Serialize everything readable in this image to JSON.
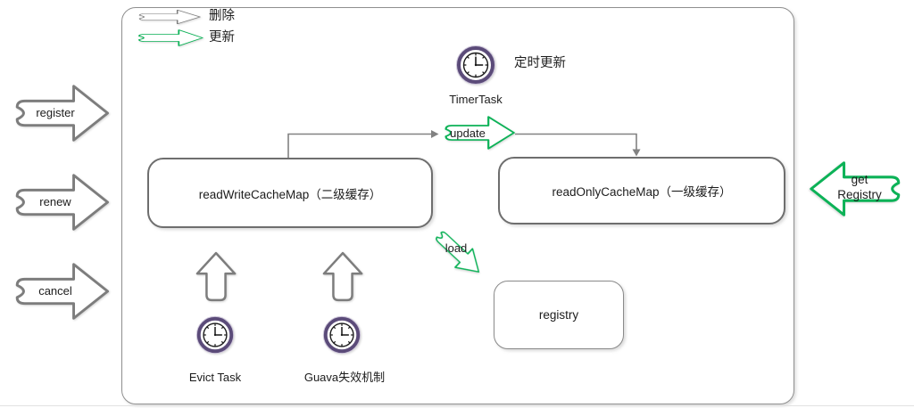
{
  "legend": {
    "delete_label": "删除",
    "update_label": "更新"
  },
  "left_arrows": [
    {
      "label": "register"
    },
    {
      "label": "renew"
    },
    {
      "label": "cancel"
    }
  ],
  "get_registry": {
    "line1": "get",
    "line2": "Registry"
  },
  "timer_task": {
    "caption": "TimerTask",
    "note": "定时更新"
  },
  "nodes": {
    "read_write_cache": "readWriteCacheMap（二级缓存）",
    "read_only_cache": "readOnlyCacheMap（一级缓存）",
    "registry": "registry"
  },
  "flow_labels": {
    "update": "update",
    "load": "load"
  },
  "bottom_tasks": [
    {
      "label": "Evict Task"
    },
    {
      "label": "Guava失效机制"
    }
  ],
  "colors": {
    "green": "#0cb257",
    "arrow_gray": "#7d7d7d",
    "line_gray": "#828282",
    "clock_purple": "#5b4b79"
  }
}
